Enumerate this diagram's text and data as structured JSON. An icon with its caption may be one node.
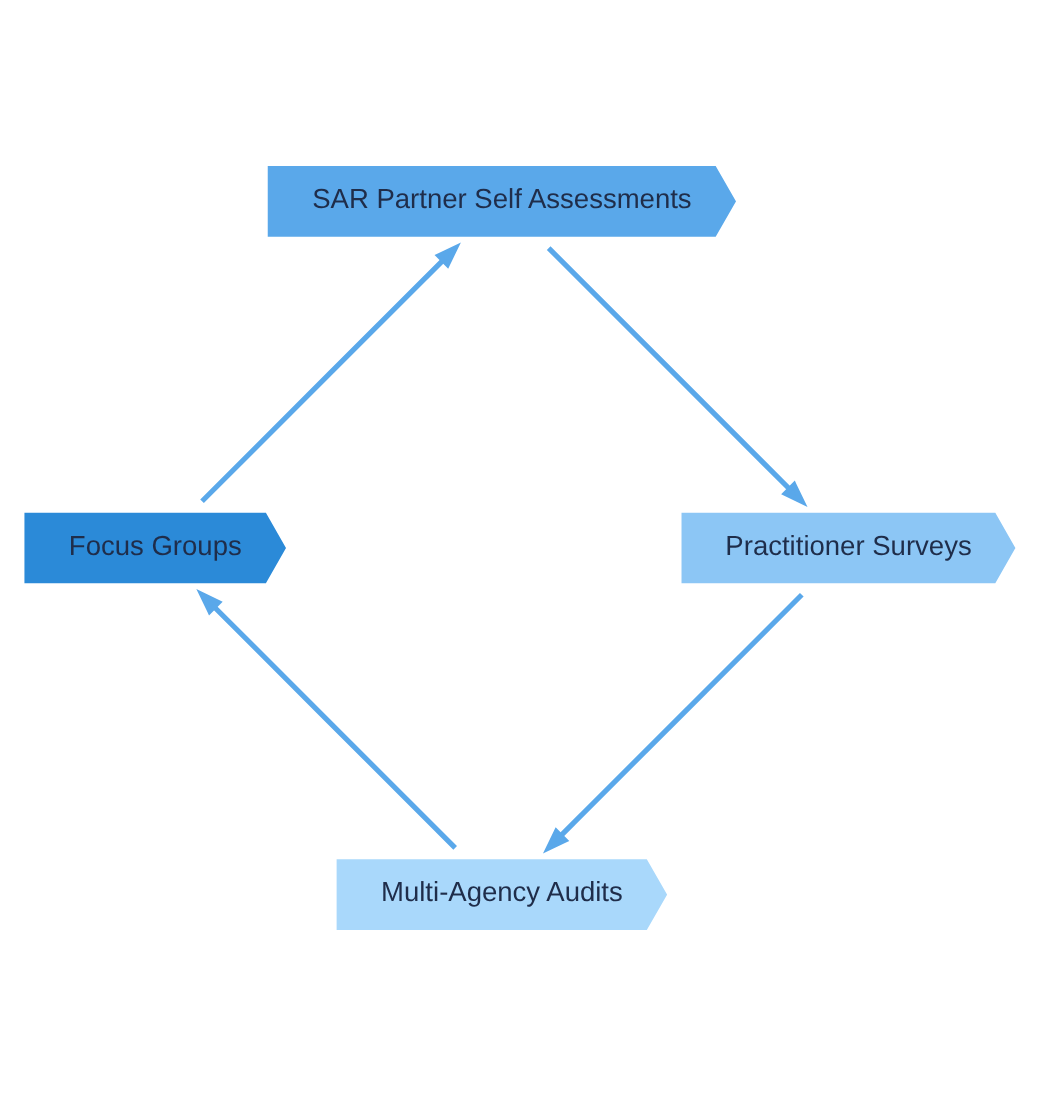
{
  "diagram": {
    "nodes": [
      {
        "text": [
          "Multi-Agency Audits"
        ]
      },
      {
        "text": [
          "Focus Groups"
        ]
      },
      {
        "text": [
          "SAR Partner Self Assessments"
        ]
      },
      {
        "text": [
          "Practitioner Surveys"
        ]
      }
    ],
    "edges": [
      {
        "from": 0,
        "to": 1,
        "arrow": "to"
      },
      {
        "from": 1,
        "to": 2,
        "arrow": "to"
      },
      {
        "from": 2,
        "to": 3,
        "arrow": "to"
      },
      {
        "from": 3,
        "to": 0,
        "arrow": "to"
      }
    ]
  }
}
